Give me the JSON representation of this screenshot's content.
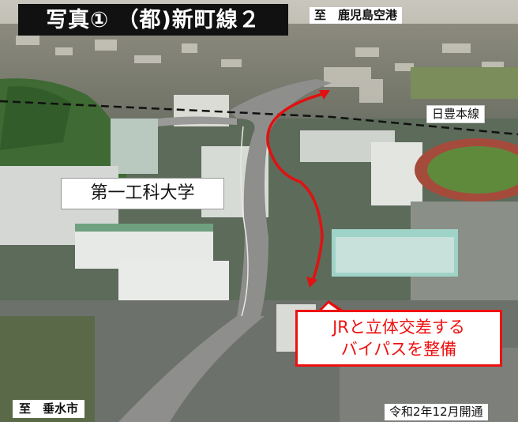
{
  "title": "写真① （都)新町線２",
  "destination_top": "至　鹿児島空港",
  "destination_bottom": "至　垂水市",
  "rail_line": "日豊本線",
  "campus": "第一工科大学",
  "callout": {
    "line1": "JRと立体交差する",
    "line2": "バイパスを整備"
  },
  "opening_date": "令和2年12月開通",
  "colors": {
    "accent_red": "#e11111",
    "title_bg": "#111111"
  }
}
